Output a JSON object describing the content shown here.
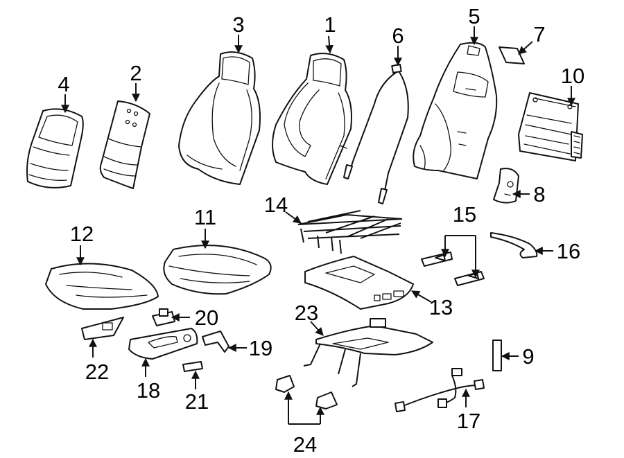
{
  "diagram": {
    "labels": {
      "l1": "1",
      "l2": "2",
      "l3": "3",
      "l4": "4",
      "l5": "5",
      "l6": "6",
      "l7": "7",
      "l8": "8",
      "l9": "9",
      "l10": "10",
      "l11": "11",
      "l12": "12",
      "l13": "13",
      "l14": "14",
      "l15": "15",
      "l16": "16",
      "l17": "17",
      "l18": "18",
      "l19": "19",
      "l20": "20",
      "l21": "21",
      "l22": "22",
      "l23": "23",
      "l24": "24"
    }
  }
}
